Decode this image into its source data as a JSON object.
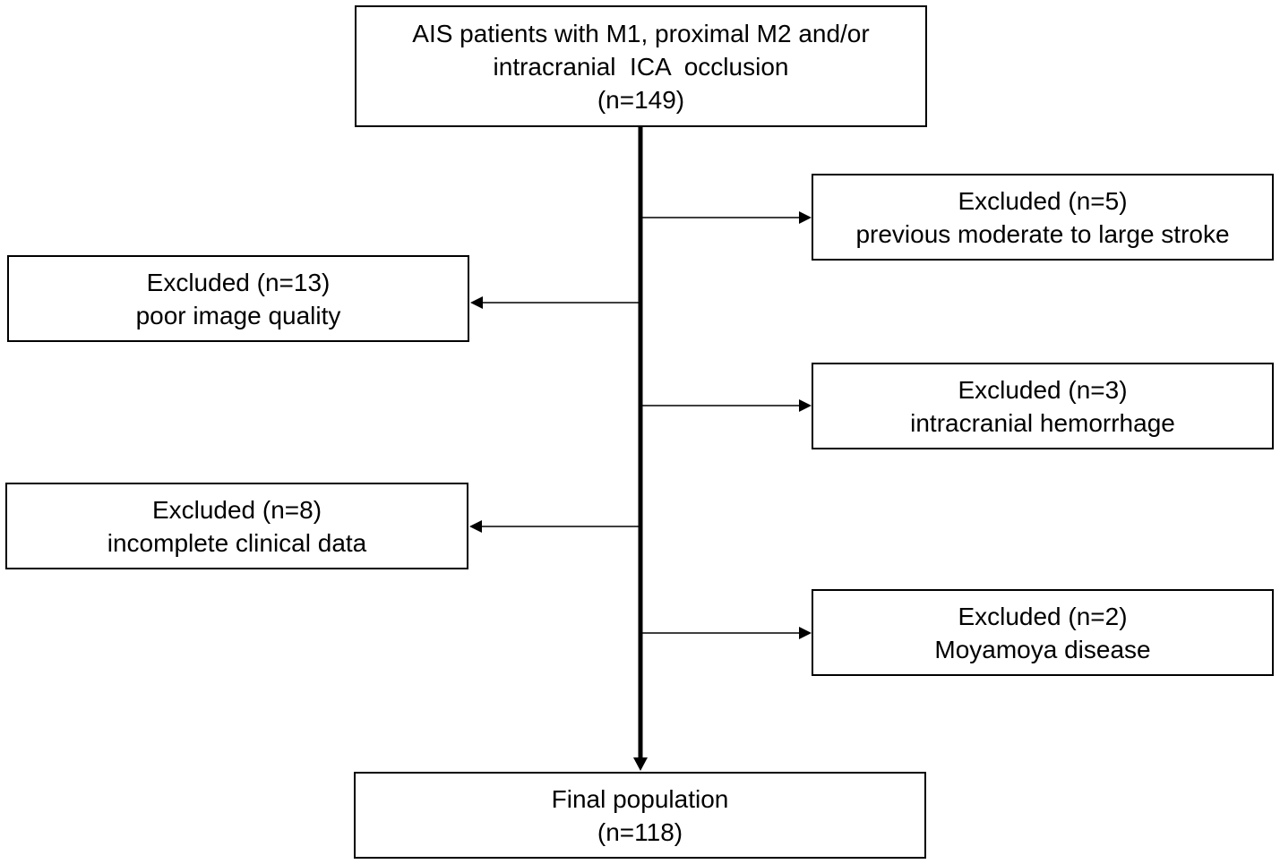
{
  "start_box": {
    "line1": "AIS patients with M1, proximal M2 and/or",
    "line2": "intracranial  ICA  occlusion",
    "line3": "(n=149)"
  },
  "exclusions": {
    "previous_stroke": {
      "title": "Excluded (n=5)",
      "reason": "previous moderate to large stroke"
    },
    "poor_image": {
      "title": "Excluded (n=13)",
      "reason": "poor image quality"
    },
    "hemorrhage": {
      "title": "Excluded (n=3)",
      "reason": "intracranial hemorrhage"
    },
    "clinical_data": {
      "title": "Excluded (n=8)",
      "reason": "incomplete clinical data"
    },
    "moyamoya": {
      "title": "Excluded (n=2)",
      "reason": "Moyamoya disease"
    }
  },
  "final_box": {
    "line1": "Final population",
    "line2": "(n=118)"
  },
  "colors": {
    "line": "#000000",
    "background": "#ffffff",
    "text": "#000000"
  }
}
